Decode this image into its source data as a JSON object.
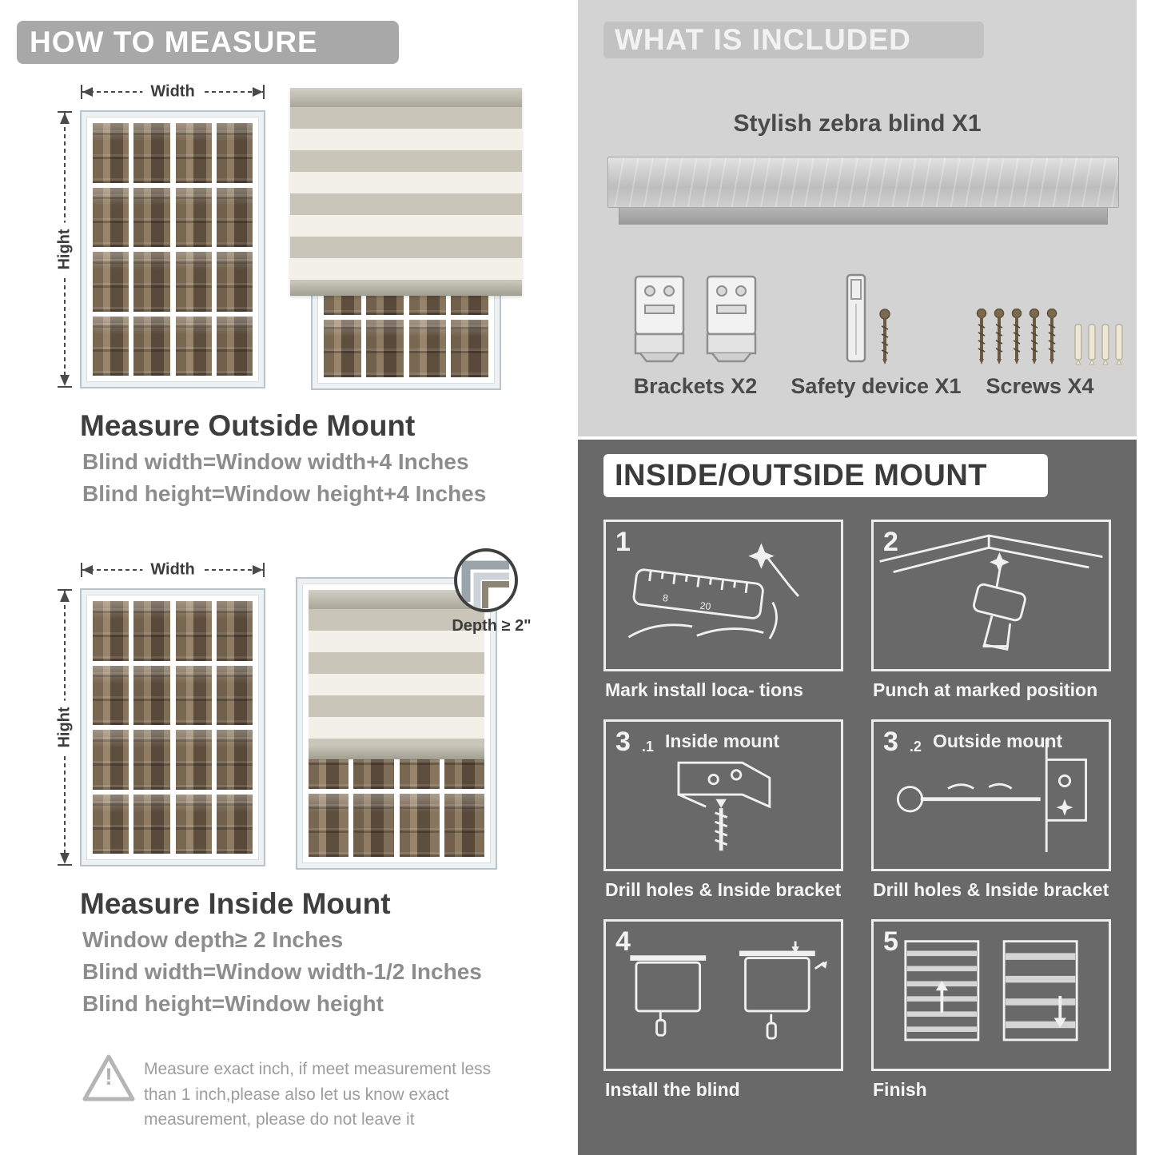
{
  "left": {
    "header": "HOW TO MEASURE",
    "outside": {
      "width_label": "Width",
      "height_label": "Hight",
      "title": "Measure Outside Mount",
      "lines": [
        "Blind width=Window width+4 Inches",
        "Blind height=Window height+4 Inches"
      ]
    },
    "inside": {
      "width_label": "Width",
      "height_label": "Hight",
      "depth_callout": "Depth ≥ 2\"",
      "title": "Measure Inside Mount",
      "lines": [
        "Window depth≥ 2 Inches",
        "Blind width=Window width-1/2 Inches",
        "Blind height=Window height"
      ]
    },
    "warning": {
      "mark": "!",
      "text": "Measure exact inch, if meet measurement less than 1 inch,please also let us know exact measurement, please do not leave it"
    }
  },
  "included": {
    "header": "WHAT IS INCLUDED",
    "blind_label": "Stylish zebra blind X1",
    "item_labels": [
      "Brackets X2",
      "Safety device X1",
      "Screws X4"
    ]
  },
  "mount": {
    "header": "INSIDE/OUTSIDE MOUNT",
    "ruler_marks": [
      "8",
      "20"
    ],
    "steps": [
      {
        "num": "1",
        "sub": "",
        "title": "",
        "caption": "Mark install loca- tions"
      },
      {
        "num": "2",
        "sub": "",
        "title": "",
        "caption": "Punch at marked position"
      },
      {
        "num": "3",
        "sub": ".1",
        "title": "Inside mount",
        "caption": "Drill holes & Inside bracket"
      },
      {
        "num": "3",
        "sub": ".2",
        "title": "Outside mount",
        "caption": "Drill holes & Inside bracket"
      },
      {
        "num": "4",
        "sub": "",
        "title": "",
        "caption": "Install the blind"
      },
      {
        "num": "5",
        "sub": "",
        "title": "",
        "caption": "Finish"
      }
    ]
  },
  "colors": {
    "badge_gray": "#a8a8a8",
    "included_panel": "#d3d3d3",
    "mount_panel": "#696969",
    "heading_dark": "#3e3e3e",
    "body_gray": "#8d8d8d",
    "stripe_gray": "#c9c5b8",
    "stripe_white": "#f2f0e9"
  }
}
